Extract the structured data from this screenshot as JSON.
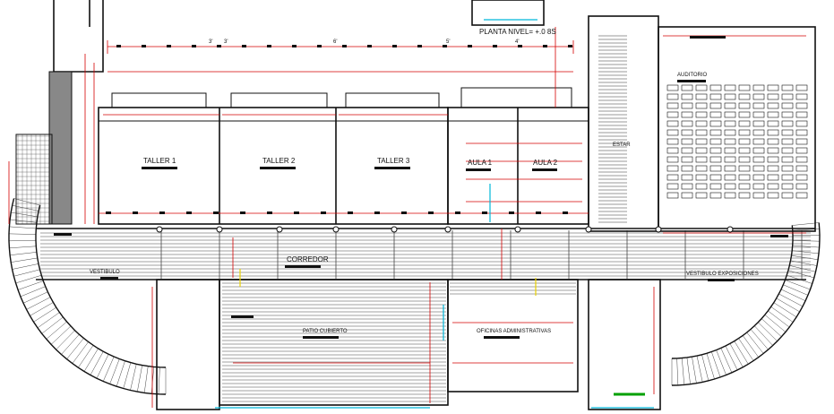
{
  "drawing": {
    "level_label": "PLANTA NIVEL= +.0 8S",
    "rooms": {
      "taller1": "TALLER 1",
      "taller2": "TALLER 2",
      "taller3": "TALLER 3",
      "aula1": "AULA 1",
      "aula2": "AULA 2",
      "estar": "ESTAR",
      "auditorio": "AUDITORIO",
      "corredor": "CORREDOR",
      "vestibulo": "VESTIBULO",
      "vestibulo_exposiciones": "VESTIBULO EXPOSICIONES",
      "patio_cubierto": "PATIO CUBIERTO",
      "oficinas": "OFICINAS ADMINISTRATIVAS"
    },
    "dimensions": [
      "3'",
      "3'",
      "6'",
      "5'",
      "4'"
    ],
    "colors": {
      "walls": "#111111",
      "dimension_lines": "#d40000",
      "accent_cyan": "#00b7d9",
      "accent_yellow": "#e8d000",
      "accent_green": "#00a000",
      "hatch": "#333333"
    }
  }
}
